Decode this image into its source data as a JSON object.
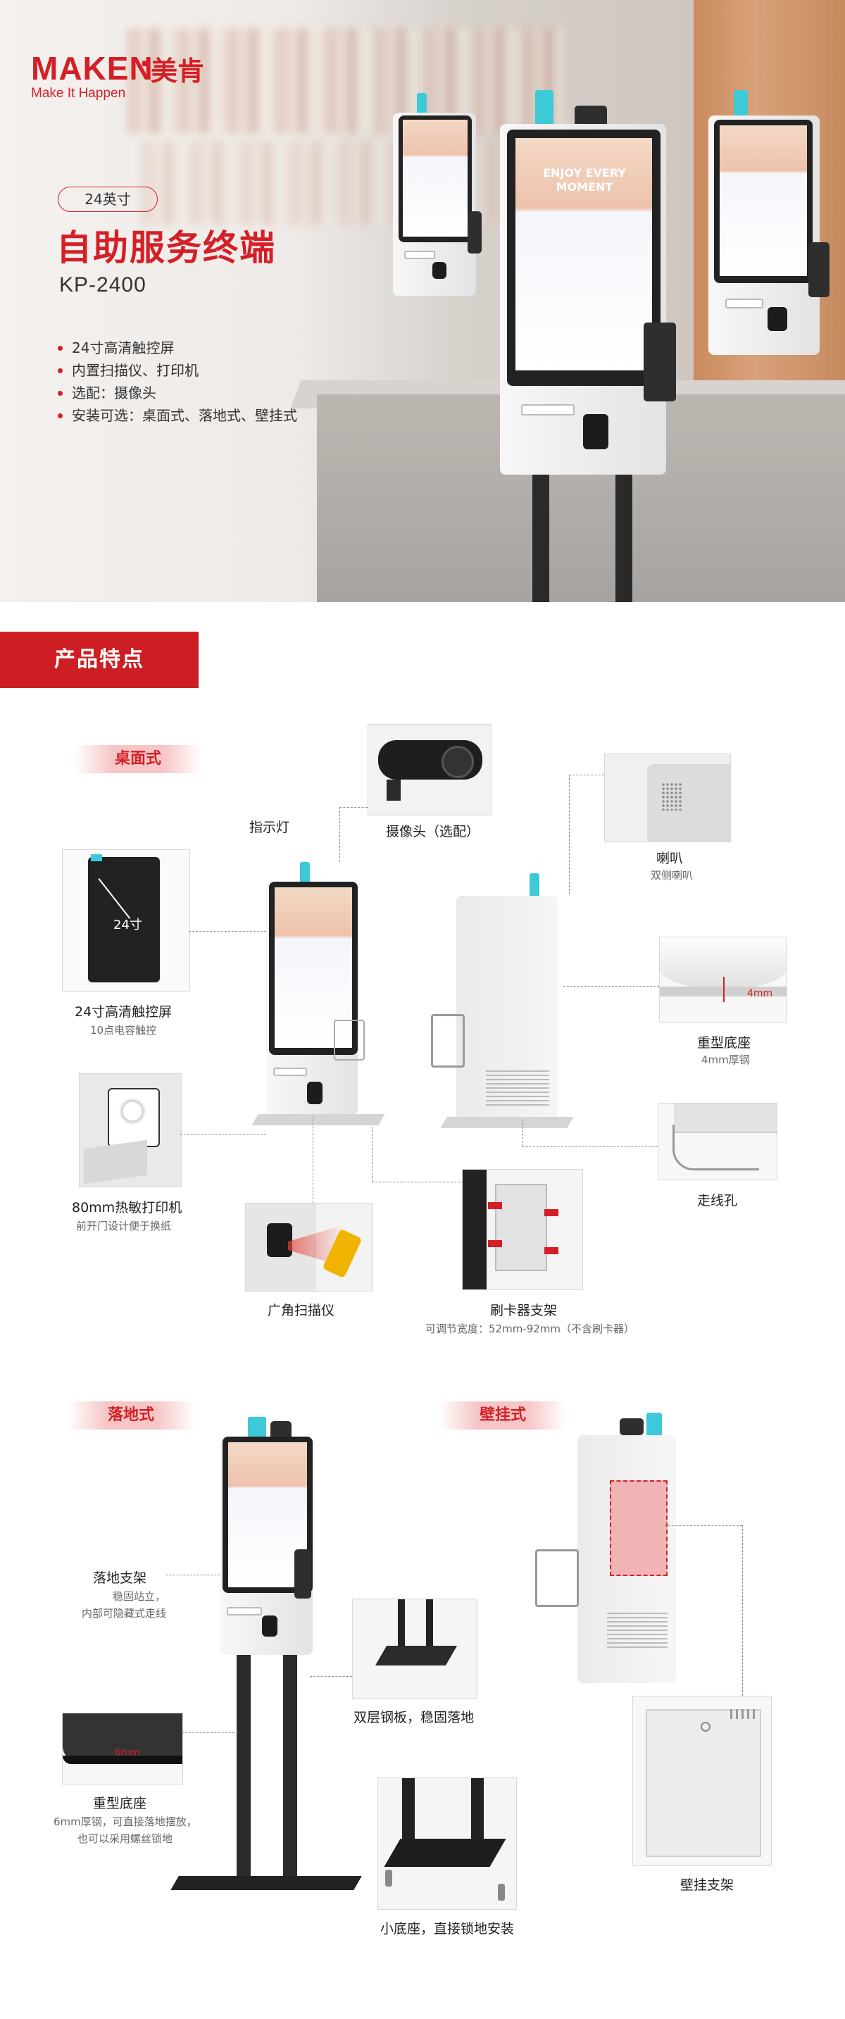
{
  "brand": {
    "logo_en": "MAKEN",
    "logo_dot": "·",
    "logo_cn": "美肯",
    "slogan": "Make It Happen",
    "accent_color": "#d41f26"
  },
  "hero": {
    "size_pill": "24英寸",
    "title": "自助服务终端",
    "model": "KP-2400",
    "bullets": [
      "24寸高清触控屏",
      "内置扫描仪、打印机",
      "选配：摄像头",
      "安装可选：桌面式、落地式、壁挂式"
    ],
    "screen_banner": "ENJOY EVERY MOMENT"
  },
  "section": {
    "title": "产品特点"
  },
  "desktop": {
    "tag": "桌面式",
    "indicator": "指示灯",
    "camera": "摄像头（选配）",
    "speaker": {
      "label": "喇叭",
      "sub": "双侧喇叭"
    },
    "touchscreen": {
      "label": "24寸高清触控屏",
      "sub": "10点电容触控",
      "inset_text": "24寸"
    },
    "base": {
      "label": "重型底座",
      "sub": "4mm厚钢",
      "inset_text": "4mm"
    },
    "printer": {
      "label": "80mm热敏打印机",
      "sub": "前开门设计便于换纸"
    },
    "cable": {
      "label": "走线孔"
    },
    "scanner": {
      "label": "广角扫描仪"
    },
    "bracket": {
      "label": "刷卡器支架",
      "sub": "可调节宽度：52mm-92mm（不含刷卡器）"
    }
  },
  "floor": {
    "tag": "落地式",
    "stand": {
      "label": "落地支架",
      "sub1": "稳固站立，",
      "sub2": "内部可隐藏式走线"
    },
    "base": {
      "label": "重型底座",
      "sub1": "6mm厚钢，可直接落地摆放，",
      "sub2": "也可以采用螺丝锁地",
      "inset_text": "6mm"
    },
    "plate": {
      "label": "双层钢板，稳固落地"
    },
    "small_base": {
      "label": "小底座，直接锁地安装"
    }
  },
  "wall": {
    "tag": "壁挂式",
    "bracket": {
      "label": "壁挂支架"
    }
  }
}
